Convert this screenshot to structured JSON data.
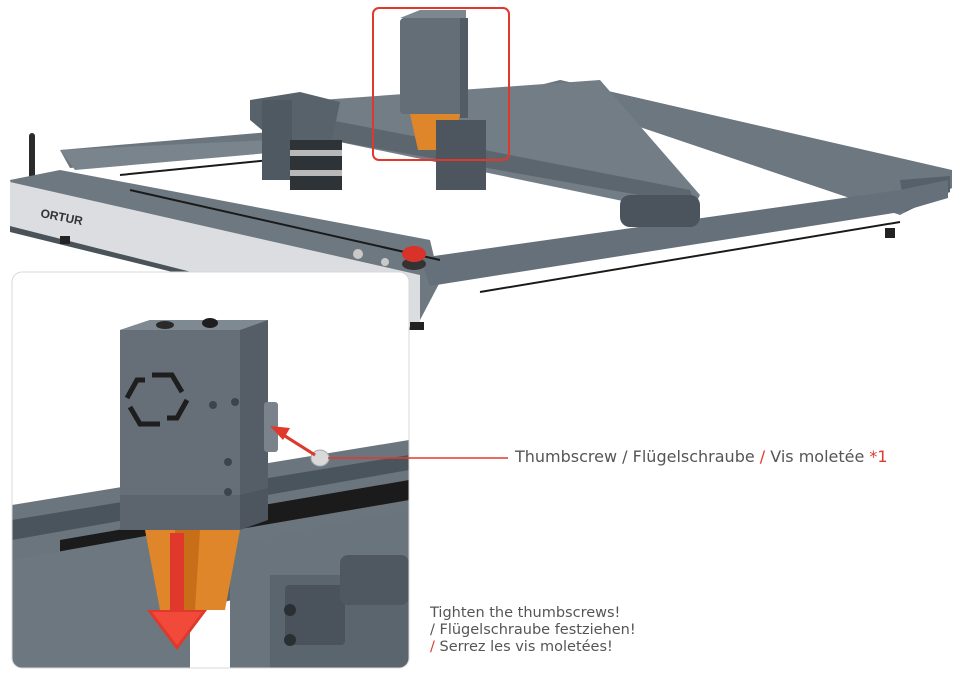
{
  "brand": "ORTUR",
  "colors": {
    "frame": "#5f6a72",
    "frame_dark": "#3c444b",
    "accent_red": "#e0392c",
    "lens_orange": "#e0862a",
    "panel_border": "#d8d8d8"
  },
  "icons": [
    "antenna-icon",
    "emergency-stop-icon",
    "hexagon-logo-icon",
    "arrow-down-icon",
    "arrow-pointer-icon"
  ],
  "callout": {
    "en": "Thumbscrew",
    "sep1": " / ",
    "de": "Flügelschraube",
    "sep2": " / ",
    "fr": "Vis moletée",
    "note": " *1"
  },
  "instruction": {
    "line1": "Tighten the thumbscrews!",
    "line2": "/ Flügelschraube festziehen!",
    "line3_sep": "/",
    "line3": " Serrez les vis moletées!"
  }
}
